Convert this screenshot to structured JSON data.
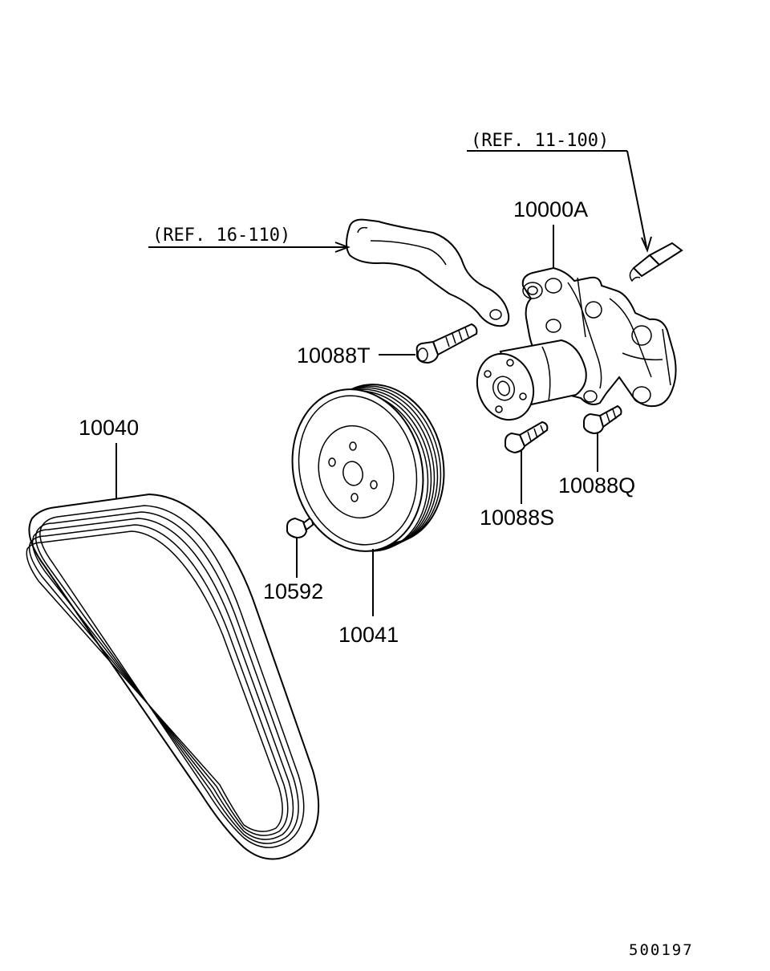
{
  "references": {
    "ref_top": "(REF. 11-100)",
    "ref_left": "(REF. 16-110)"
  },
  "parts": {
    "water_pump": "10000A",
    "bolt_t": "10088T",
    "bolt_s": "10088S",
    "bolt_q": "10088Q",
    "belt": "10040",
    "pulley": "10041",
    "bolt_pulley": "10592"
  },
  "diagram_code": "500197"
}
